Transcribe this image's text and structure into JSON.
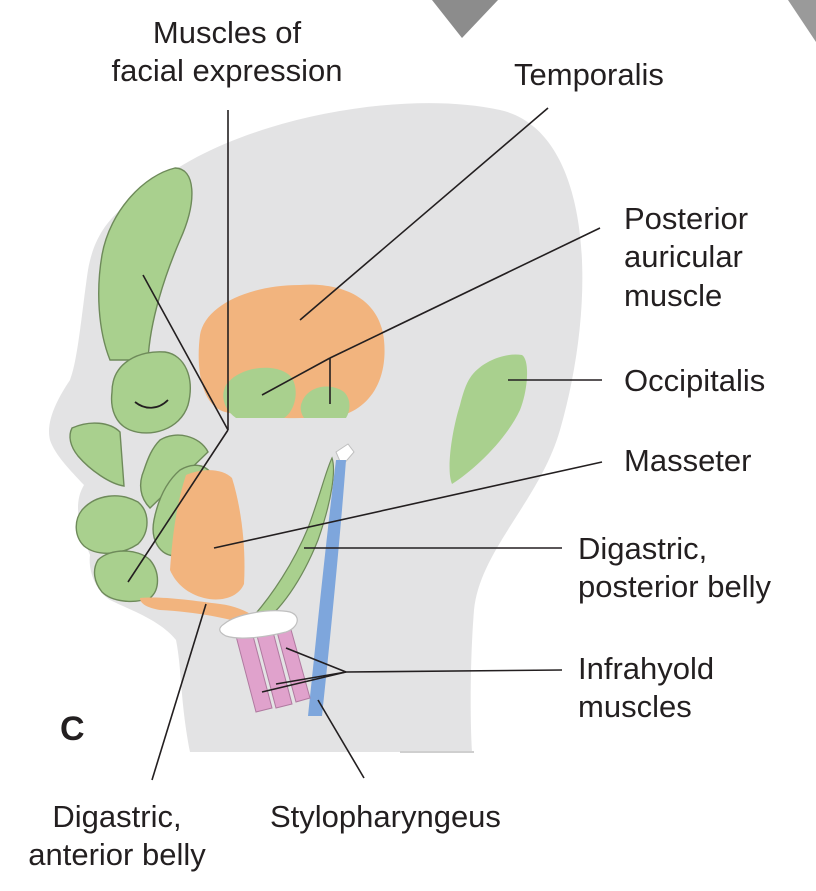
{
  "diagram": {
    "panel_letter": "C",
    "colors": {
      "head_silhouette": "#e3e3e4",
      "first_arch_muscle": "#f2b47e",
      "second_arch_muscle": "#a9d08e",
      "third_arch_muscle": "#7ea6dc",
      "infrahyoid_muscle": "#e0a2cc",
      "leader_line": "#231f20"
    },
    "labels": {
      "muscles_facial_expression": "Muscles of\nfacial expression",
      "temporalis": "Temporalis",
      "posterior_auricular": "Posterior\nauricular\nmuscle",
      "occipitalis": "Occipitalis",
      "masseter": "Masseter",
      "digastric_posterior": "Digastric,\nposterior belly",
      "infrahyoid": "Infrahyold\nmuscles",
      "digastric_anterior": "Digastric,\nanterior belly",
      "stylopharyngeus": "Stylopharyngeus"
    }
  }
}
